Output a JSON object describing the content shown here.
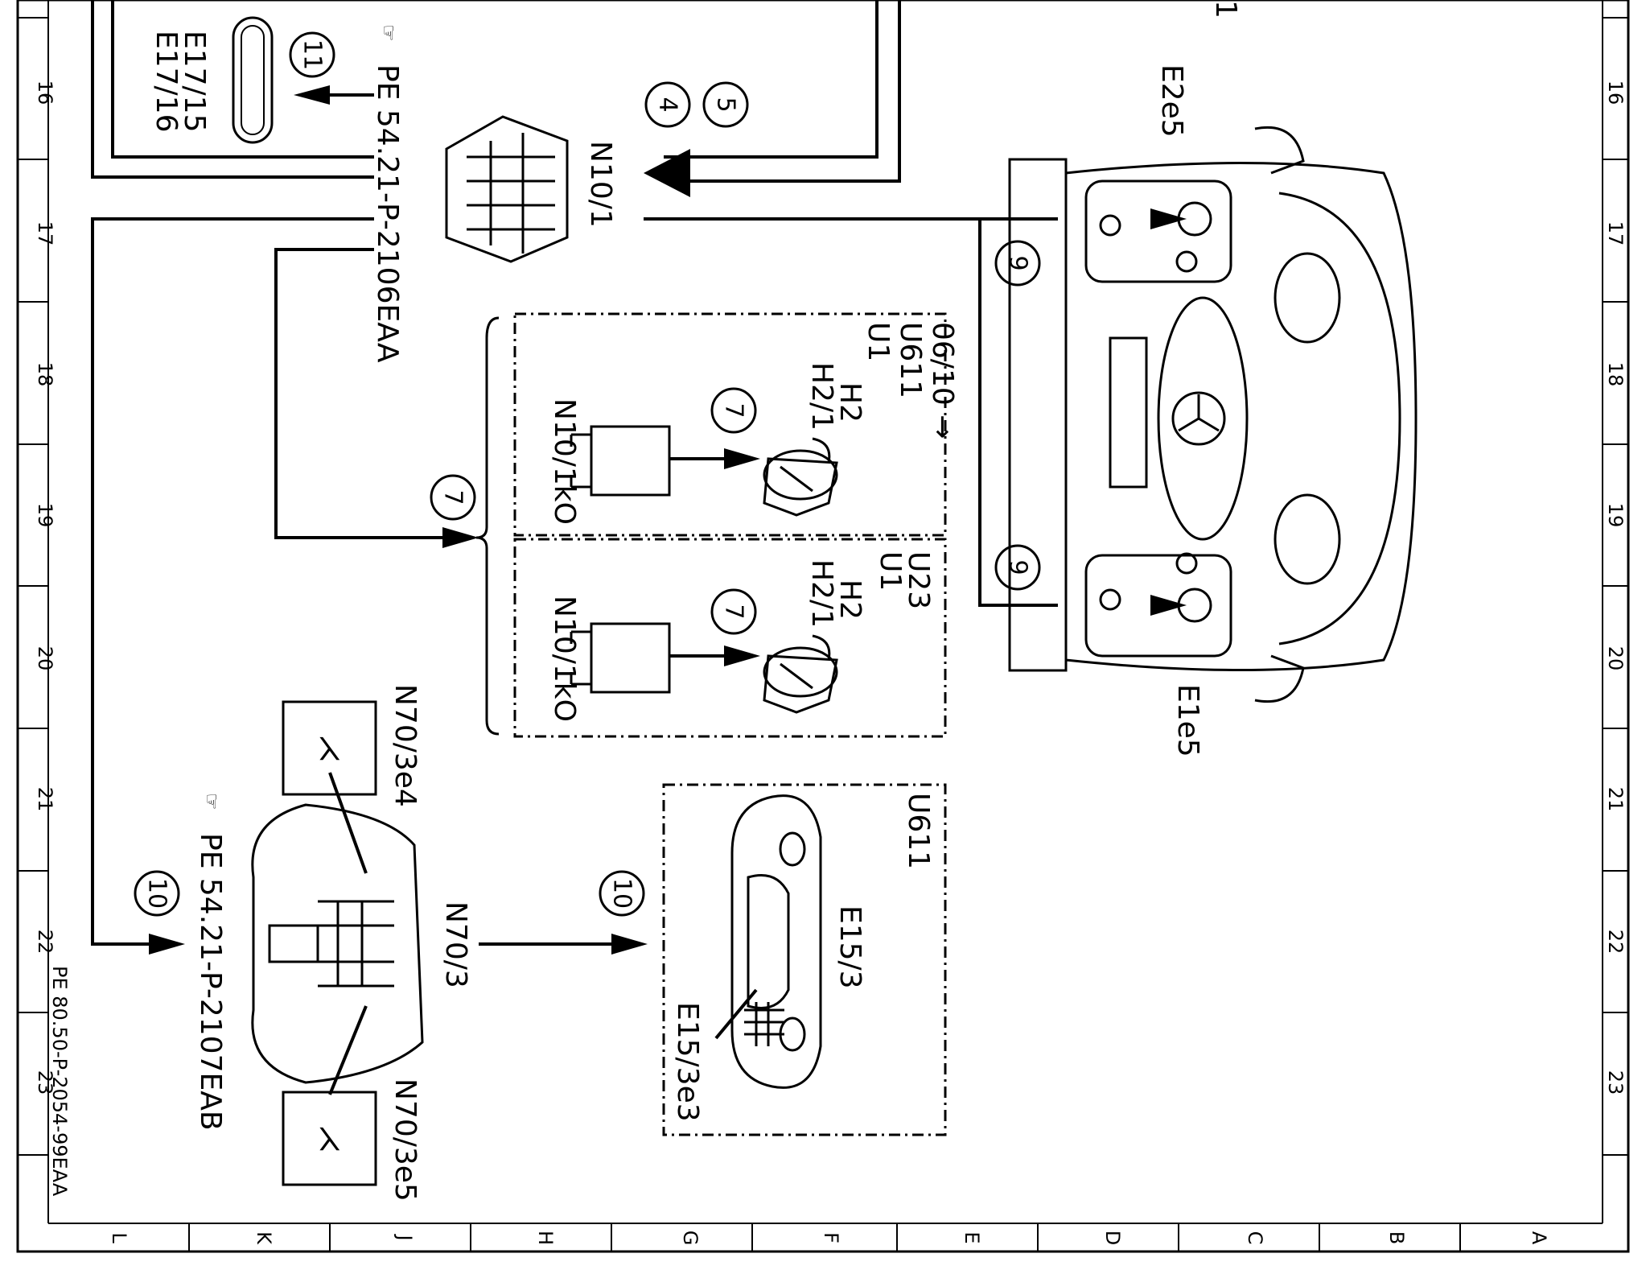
{
  "frame": {
    "grid_numbers": [
      "16",
      "17",
      "18",
      "19",
      "20",
      "21",
      "22",
      "23"
    ],
    "grid_letters": [
      "L",
      "K",
      "J",
      "H",
      "G",
      "F",
      "E",
      "D",
      "C",
      "B",
      "A"
    ],
    "sheet_ref": "PE 80.50-P-2054-99EAA",
    "corner_mark": "1"
  },
  "components": {
    "n10_1": "N10/1",
    "e17_15": "E17/15",
    "e17_16": "E17/16",
    "e2e5": "E2e5",
    "e1e5": "E1e5",
    "u611_a": "U611",
    "u1_a": "U1",
    "date_note": "06/10 →",
    "h2_a": "H2",
    "h2_1_a": "H2/1",
    "n10_1k0_a": "N10/1kO",
    "u23": "U23",
    "u1_b": "U1",
    "h2_b": "H2",
    "h2_1_b": "H2/1",
    "n10_1k0_b": "N10/1kO",
    "n70_3e4": "N70/3e4",
    "n70_3e5": "N70/3e5",
    "n70_3": "N70/3",
    "u611_b": "U611",
    "e15_3": "E15/3",
    "e15_3e3": "E15/3e3"
  },
  "references": {
    "pe_top": "PE  54.21-P-2106EAA",
    "pe_bottom": "PE  54.21-P-2107EAB"
  },
  "callouts": {
    "c4": "4",
    "c5": "5",
    "c11": "11",
    "c7_main": "7",
    "c7_a": "7",
    "c7_b": "7",
    "c9_a": "9",
    "c9_b": "9",
    "c10_a": "10",
    "c10_b": "10"
  }
}
